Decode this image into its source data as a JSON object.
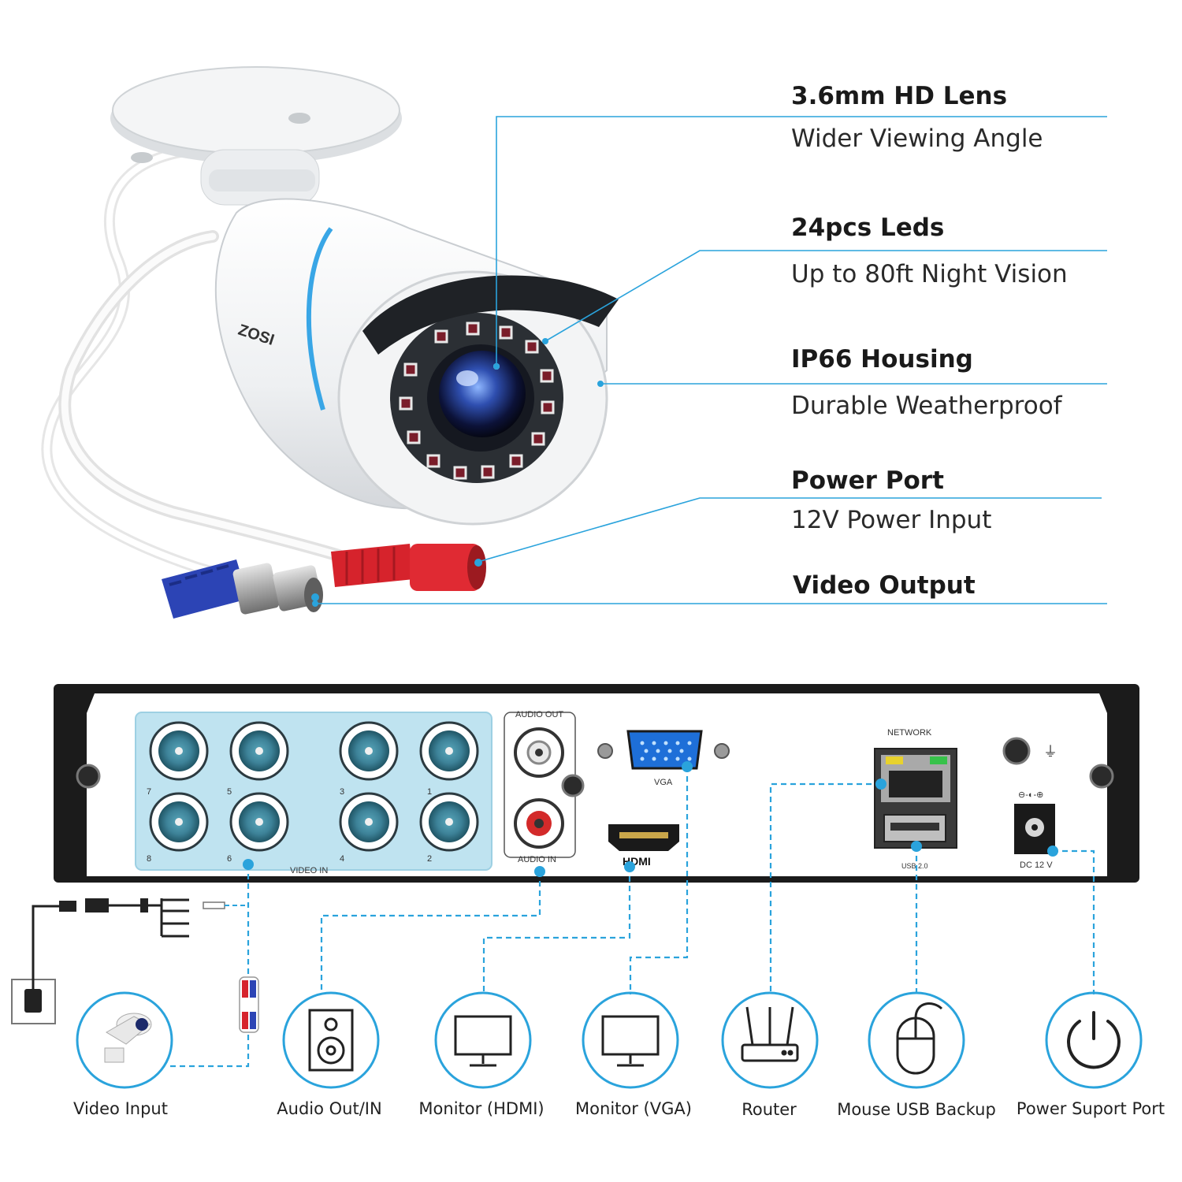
{
  "camera": {
    "brand": "ZOSI",
    "features": [
      {
        "title": "3.6mm HD Lens",
        "subtitle": "Wider Viewing Angle"
      },
      {
        "title": "24pcs Leds",
        "subtitle": "Up to 80ft Night Vision"
      },
      {
        "title": "IP66 Housing",
        "subtitle": "Durable Weatherproof"
      },
      {
        "title": "Power Port",
        "subtitle": "12V Power Input"
      },
      {
        "title": "Video Output",
        "subtitle": ""
      }
    ]
  },
  "dvr": {
    "labels": {
      "audio_out": "AUDIO OUT",
      "audio_in": "AUDIO IN",
      "video_in": "VIDEO IN",
      "vga": "VGA",
      "hdmi": "HDMI",
      "network": "NETWORK",
      "usb": "USB 2.0",
      "dc": "DC 12 V",
      "polarity": "⊖-◐-⊕",
      "ground": "⏚"
    },
    "channel_numbers": [
      "7",
      "5",
      "3",
      "1",
      "8",
      "6",
      "4",
      "2"
    ]
  },
  "connections": [
    {
      "label": "Video Input",
      "icon": "camera-icon"
    },
    {
      "label": "Audio Out/IN",
      "icon": "speaker-icon"
    },
    {
      "label": "Monitor (HDMI)",
      "icon": "monitor-icon"
    },
    {
      "label": "Monitor (VGA)",
      "icon": "monitor-icon"
    },
    {
      "label": "Router",
      "icon": "router-icon"
    },
    {
      "label": "Mouse USB Backup",
      "icon": "mouse-icon"
    },
    {
      "label": "Power Suport Port",
      "icon": "power-icon"
    }
  ],
  "colors": {
    "accent": "#2aa3dc",
    "panel": "#bfe3f0",
    "chassis": "#1b1b1b"
  }
}
